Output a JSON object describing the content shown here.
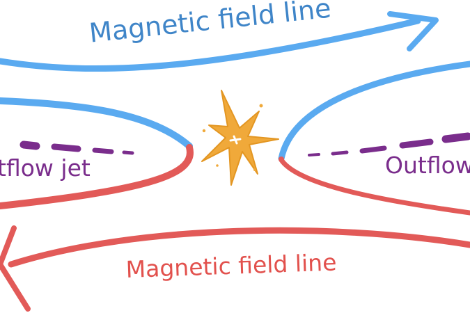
{
  "labels": {
    "field_line_top": "Magnetic field line",
    "field_line_bottom": "Magnetic field line",
    "outflow_left": "tflow jet",
    "outflow_right": "Outflow"
  },
  "colors": {
    "field_upper": "#5aaaf0",
    "field_lower": "#e25a58",
    "outflow": "#7a2d8c",
    "spark": "#f0a93a",
    "text_blue": "#3f85c8",
    "text_red": "#e2514d"
  },
  "icons": {
    "reconnection_point": "spark-icon"
  }
}
